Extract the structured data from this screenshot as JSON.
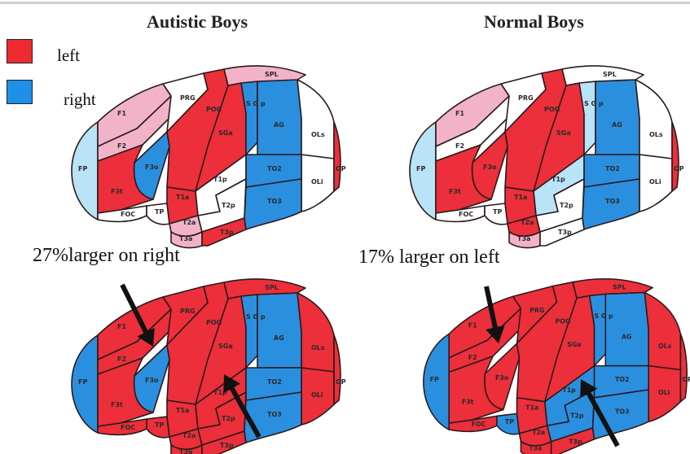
{
  "headers": {
    "autistic": "Autistic Boys",
    "normal": "Normal Boys"
  },
  "legend": [
    {
      "label": "left",
      "color": "#ee2b33"
    },
    {
      "label": "right",
      "color": "#1e90e8"
    }
  ],
  "captions": {
    "autistic": "27%larger on right",
    "normal": "17% larger on left"
  },
  "colors": {
    "red": "#ec2f3a",
    "blue": "#2b8fe0",
    "lightblue": "#b9e3f6",
    "pink": "#f2b3c9",
    "white": "#ffffff",
    "outline": "#2a1a1a"
  },
  "region_labels": {
    "FP": "FP",
    "F1": "F1",
    "F2": "F2",
    "F3o": "F3o",
    "F3t": "F3t",
    "FOC": "FOC",
    "TP": "TP",
    "PRG": "PRG",
    "POG": "POG",
    "SGa": "SGa",
    "SGp": "S G p",
    "AG": "AG",
    "SPL": "SPL",
    "OLs": "OLs",
    "OLi": "OLi",
    "OP": "OP",
    "T1a": "T1a",
    "T1p": "T1p",
    "T2a": "T2a",
    "T2p": "T2p",
    "T3a": "T3a",
    "T3p": "T3p",
    "TO2": "TO2",
    "TO3": "TO3"
  },
  "brains": [
    {
      "name": "autistic-top",
      "fills": {
        "FP": "lightblue",
        "F1": "pink",
        "F2": "pink",
        "F3o": "blue",
        "F3t": "red",
        "FOC": "white",
        "TP": "white",
        "PRG": "white",
        "POG": "red",
        "SGa": "red",
        "SGp": "blue",
        "AG": "blue",
        "SPL": "pink",
        "OLs": "white",
        "OLi": "white",
        "OP": "red",
        "T1a": "red",
        "T1p": "white",
        "T2a": "pink",
        "T2p": "white",
        "T3a": "pink",
        "T3p": "red",
        "TO2": "blue",
        "TO3": "blue"
      }
    },
    {
      "name": "normal-top",
      "fills": {
        "FP": "lightblue",
        "F1": "pink",
        "F2": "white",
        "F3o": "red",
        "F3t": "red",
        "FOC": "white",
        "TP": "white",
        "PRG": "white",
        "POG": "red",
        "SGa": "red",
        "SGp": "lightblue",
        "AG": "blue",
        "SPL": "white",
        "OLs": "white",
        "OLi": "white",
        "OP": "red",
        "T1a": "red",
        "T1p": "lightblue",
        "T2a": "red",
        "T2p": "white",
        "T3a": "pink",
        "T3p": "white",
        "TO2": "blue",
        "TO3": "blue"
      }
    },
    {
      "name": "autistic-bottom",
      "fills": {
        "FP": "blue",
        "F1": "red",
        "F2": "red",
        "F3o": "blue",
        "F3t": "red",
        "FOC": "red",
        "TP": "red",
        "PRG": "red",
        "POG": "red",
        "SGa": "red",
        "SGp": "blue",
        "AG": "blue",
        "SPL": "red",
        "OLs": "red",
        "OLi": "red",
        "OP": "red",
        "T1a": "red",
        "T1p": "red",
        "T2a": "red",
        "T2p": "red",
        "T3a": "red",
        "T3p": "red",
        "TO2": "blue",
        "TO3": "blue"
      }
    },
    {
      "name": "normal-bottom",
      "fills": {
        "FP": "blue",
        "F1": "red",
        "F2": "red",
        "F3o": "red",
        "F3t": "red",
        "FOC": "red",
        "TP": "blue",
        "PRG": "red",
        "POG": "red",
        "SGa": "red",
        "SGp": "blue",
        "AG": "blue",
        "SPL": "red",
        "OLs": "red",
        "OLi": "red",
        "OP": "red",
        "T1a": "red",
        "T1p": "blue",
        "T2a": "red",
        "T2p": "blue",
        "T3a": "red",
        "T3p": "red",
        "TO2": "blue",
        "TO3": "blue"
      }
    }
  ]
}
